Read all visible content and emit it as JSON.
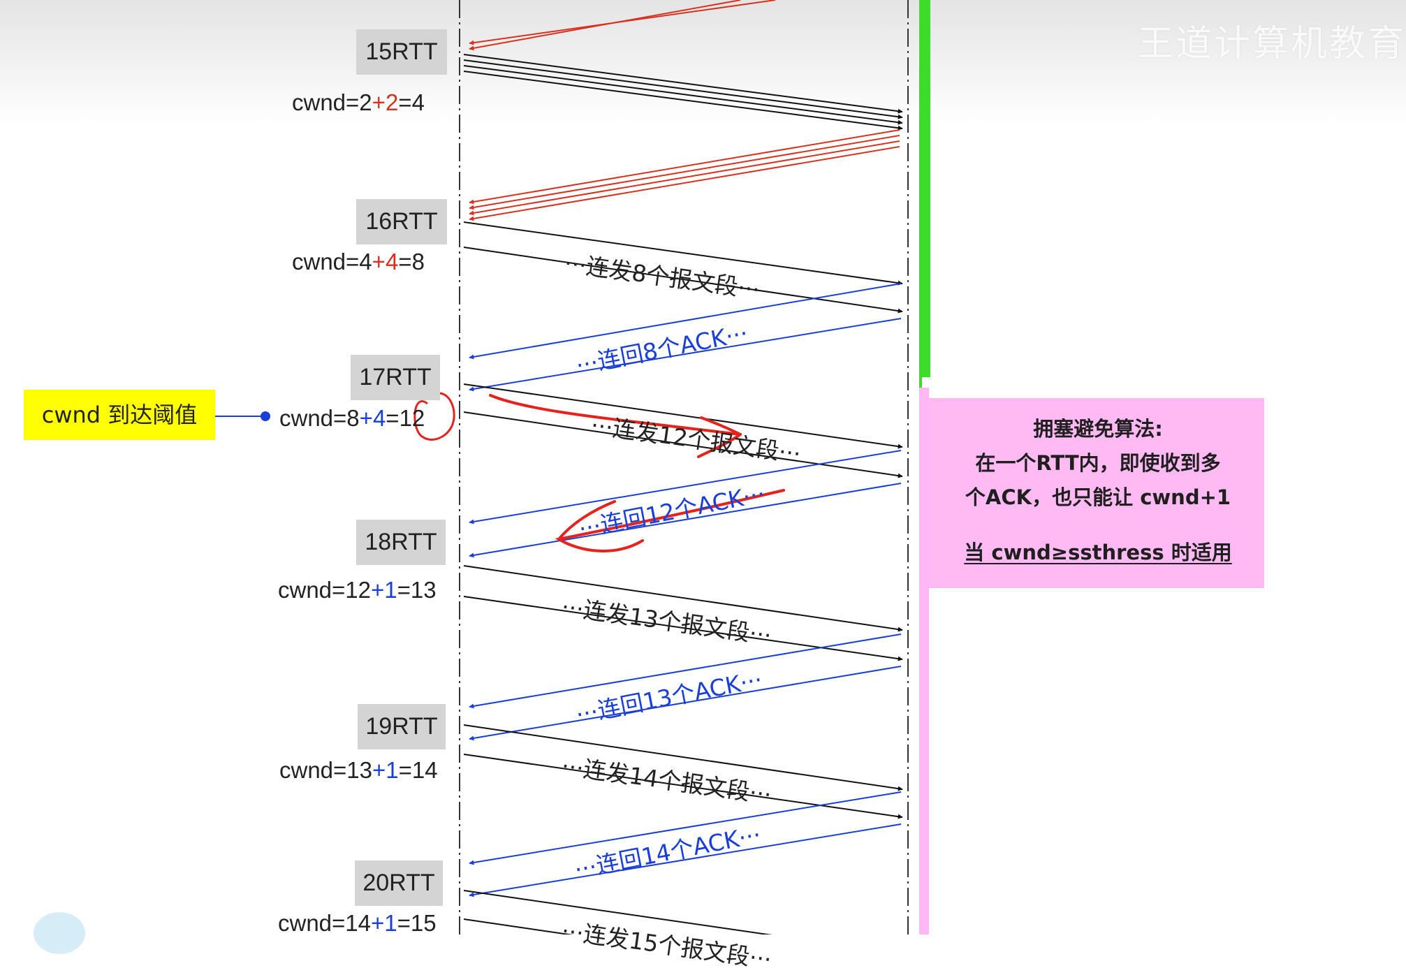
{
  "watermark": "王道计算机教育",
  "threshold_label": "cwnd 到达阈值",
  "note": {
    "title": "拥塞避免算法:",
    "line1": "在一个RTT内，即使收到多",
    "line2": "个ACK，也只能让 cwnd+1",
    "condition": "当 cwnd≥ssthress 时适用"
  },
  "colors": {
    "send": "#111111",
    "ack_slow_start": "#d6321f",
    "ack_avoidance": "#1a3fd8",
    "increment_slow_start": "#d6321f",
    "increment_avoidance": "#1a3fd8",
    "annotation": "#e5221c",
    "threshold_box": "#ffff00",
    "note_box": "#ffbaf4",
    "slow_start_bar": "#3ddc2a"
  },
  "rounds": [
    {
      "rtt": "15RTT",
      "cwnd_prefix": "cwnd=2",
      "cwnd_inc": "+2",
      "cwnd_result": "=4",
      "inc_color": "#d6321f"
    },
    {
      "rtt": "16RTT",
      "cwnd_prefix": "cwnd=4",
      "cwnd_inc": "+4",
      "cwnd_result": "=8",
      "inc_color": "#d6321f"
    },
    {
      "rtt": "17RTT",
      "cwnd_prefix": "cwnd=8",
      "cwnd_inc": "+4",
      "cwnd_result": "=12",
      "inc_color": "#1a3fd8"
    },
    {
      "rtt": "18RTT",
      "cwnd_prefix": "cwnd=12",
      "cwnd_inc": "+1",
      "cwnd_result": "=13",
      "inc_color": "#1a3fd8"
    },
    {
      "rtt": "19RTT",
      "cwnd_prefix": "cwnd=13",
      "cwnd_inc": "+1",
      "cwnd_result": "=14",
      "inc_color": "#1a3fd8"
    },
    {
      "rtt": "20RTT",
      "cwnd_prefix": "cwnd=14",
      "cwnd_inc": "+1",
      "cwnd_result": "=15",
      "inc_color": "#1a3fd8"
    }
  ],
  "send_labels": [
    "···连发8个报文段···",
    "···连发12个报文段···",
    "···连发13个报文段···",
    "···连发14个报文段···",
    "···连发15个报文段···"
  ],
  "ack_labels": [
    "···连回8个ACK···",
    "···连回12个ACK···",
    "···连回13个ACK···",
    "···连回14个ACK···"
  ]
}
